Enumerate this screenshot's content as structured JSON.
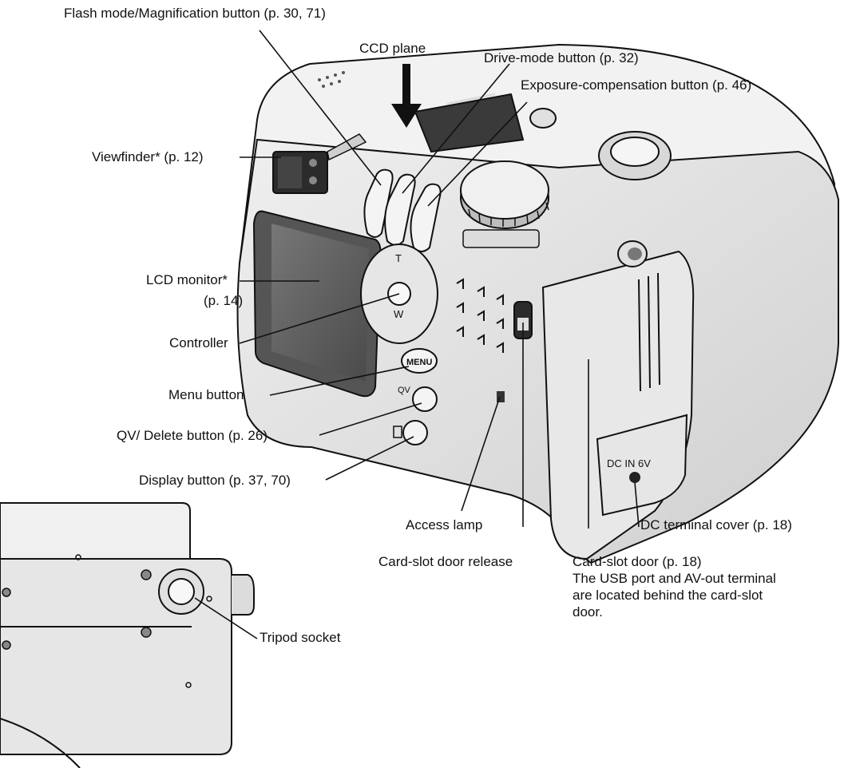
{
  "labels": {
    "flash": "Flash mode/Magnification button (p. 30, 71)",
    "ccd": "CCD plane",
    "drive": "Drive-mode button (p. 32)",
    "exposure": "Exposure-compensation button (p. 46)",
    "viewfinder": "Viewfinder* (p. 12)",
    "lcd_line1": "LCD monitor*",
    "lcd_line2": "(p. 14)",
    "controller": "Controller",
    "menu": "Menu button",
    "qv": "QV/ Delete button (p. 26)",
    "display": "Display button (p. 37, 70)",
    "access": "Access lamp",
    "release": "Card-slot door release",
    "dc": "DC terminal cover (p. 18)",
    "card_line1": "Card-slot door (p. 18)",
    "card_line2": "The USB port and AV-out terminal",
    "card_line3": "are located behind the card-slot",
    "card_line4": "door.",
    "tripod": "Tripod socket"
  },
  "camera_markings": {
    "menu_key": "MENU",
    "dc_in": "DC IN 6V",
    "zoom_t": "T",
    "zoom_w": "W",
    "qv_key": "QV"
  },
  "colors": {
    "body": "#e2e2e2",
    "body_shade": "#b9b9b9",
    "dark": "#2b2b2b",
    "lcd": "#5e5e5e",
    "line": "#111111"
  }
}
